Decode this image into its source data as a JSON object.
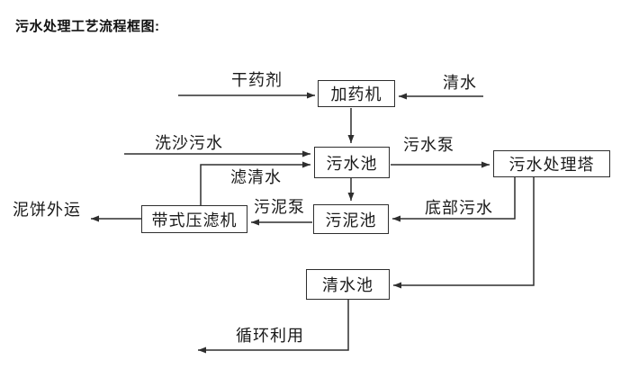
{
  "title": "污水处理工艺流程框图:",
  "nodes": {
    "dosing_machine": "加药机",
    "sewage_pool": "污水池",
    "treatment_tower": "污水处理塔",
    "sludge_pool": "污泥池",
    "belt_filter_press": "带式压滤机",
    "clean_water_pool": "清水池"
  },
  "edge_labels": {
    "dry_agent": "干药剂",
    "clean_water": "清水",
    "sand_washing_sewage": "洗沙污水",
    "filtered_water": "滤清水",
    "sewage_pump": "污水泵",
    "bottom_sewage": "底部污水",
    "sludge_pump": "污泥泵",
    "mud_cake_outbound": "泥饼外运",
    "recycling_reuse": "循环利用"
  },
  "colors": {
    "line": "#2e2e2e",
    "text": "#1a1a1a",
    "background": "#ffffff"
  }
}
